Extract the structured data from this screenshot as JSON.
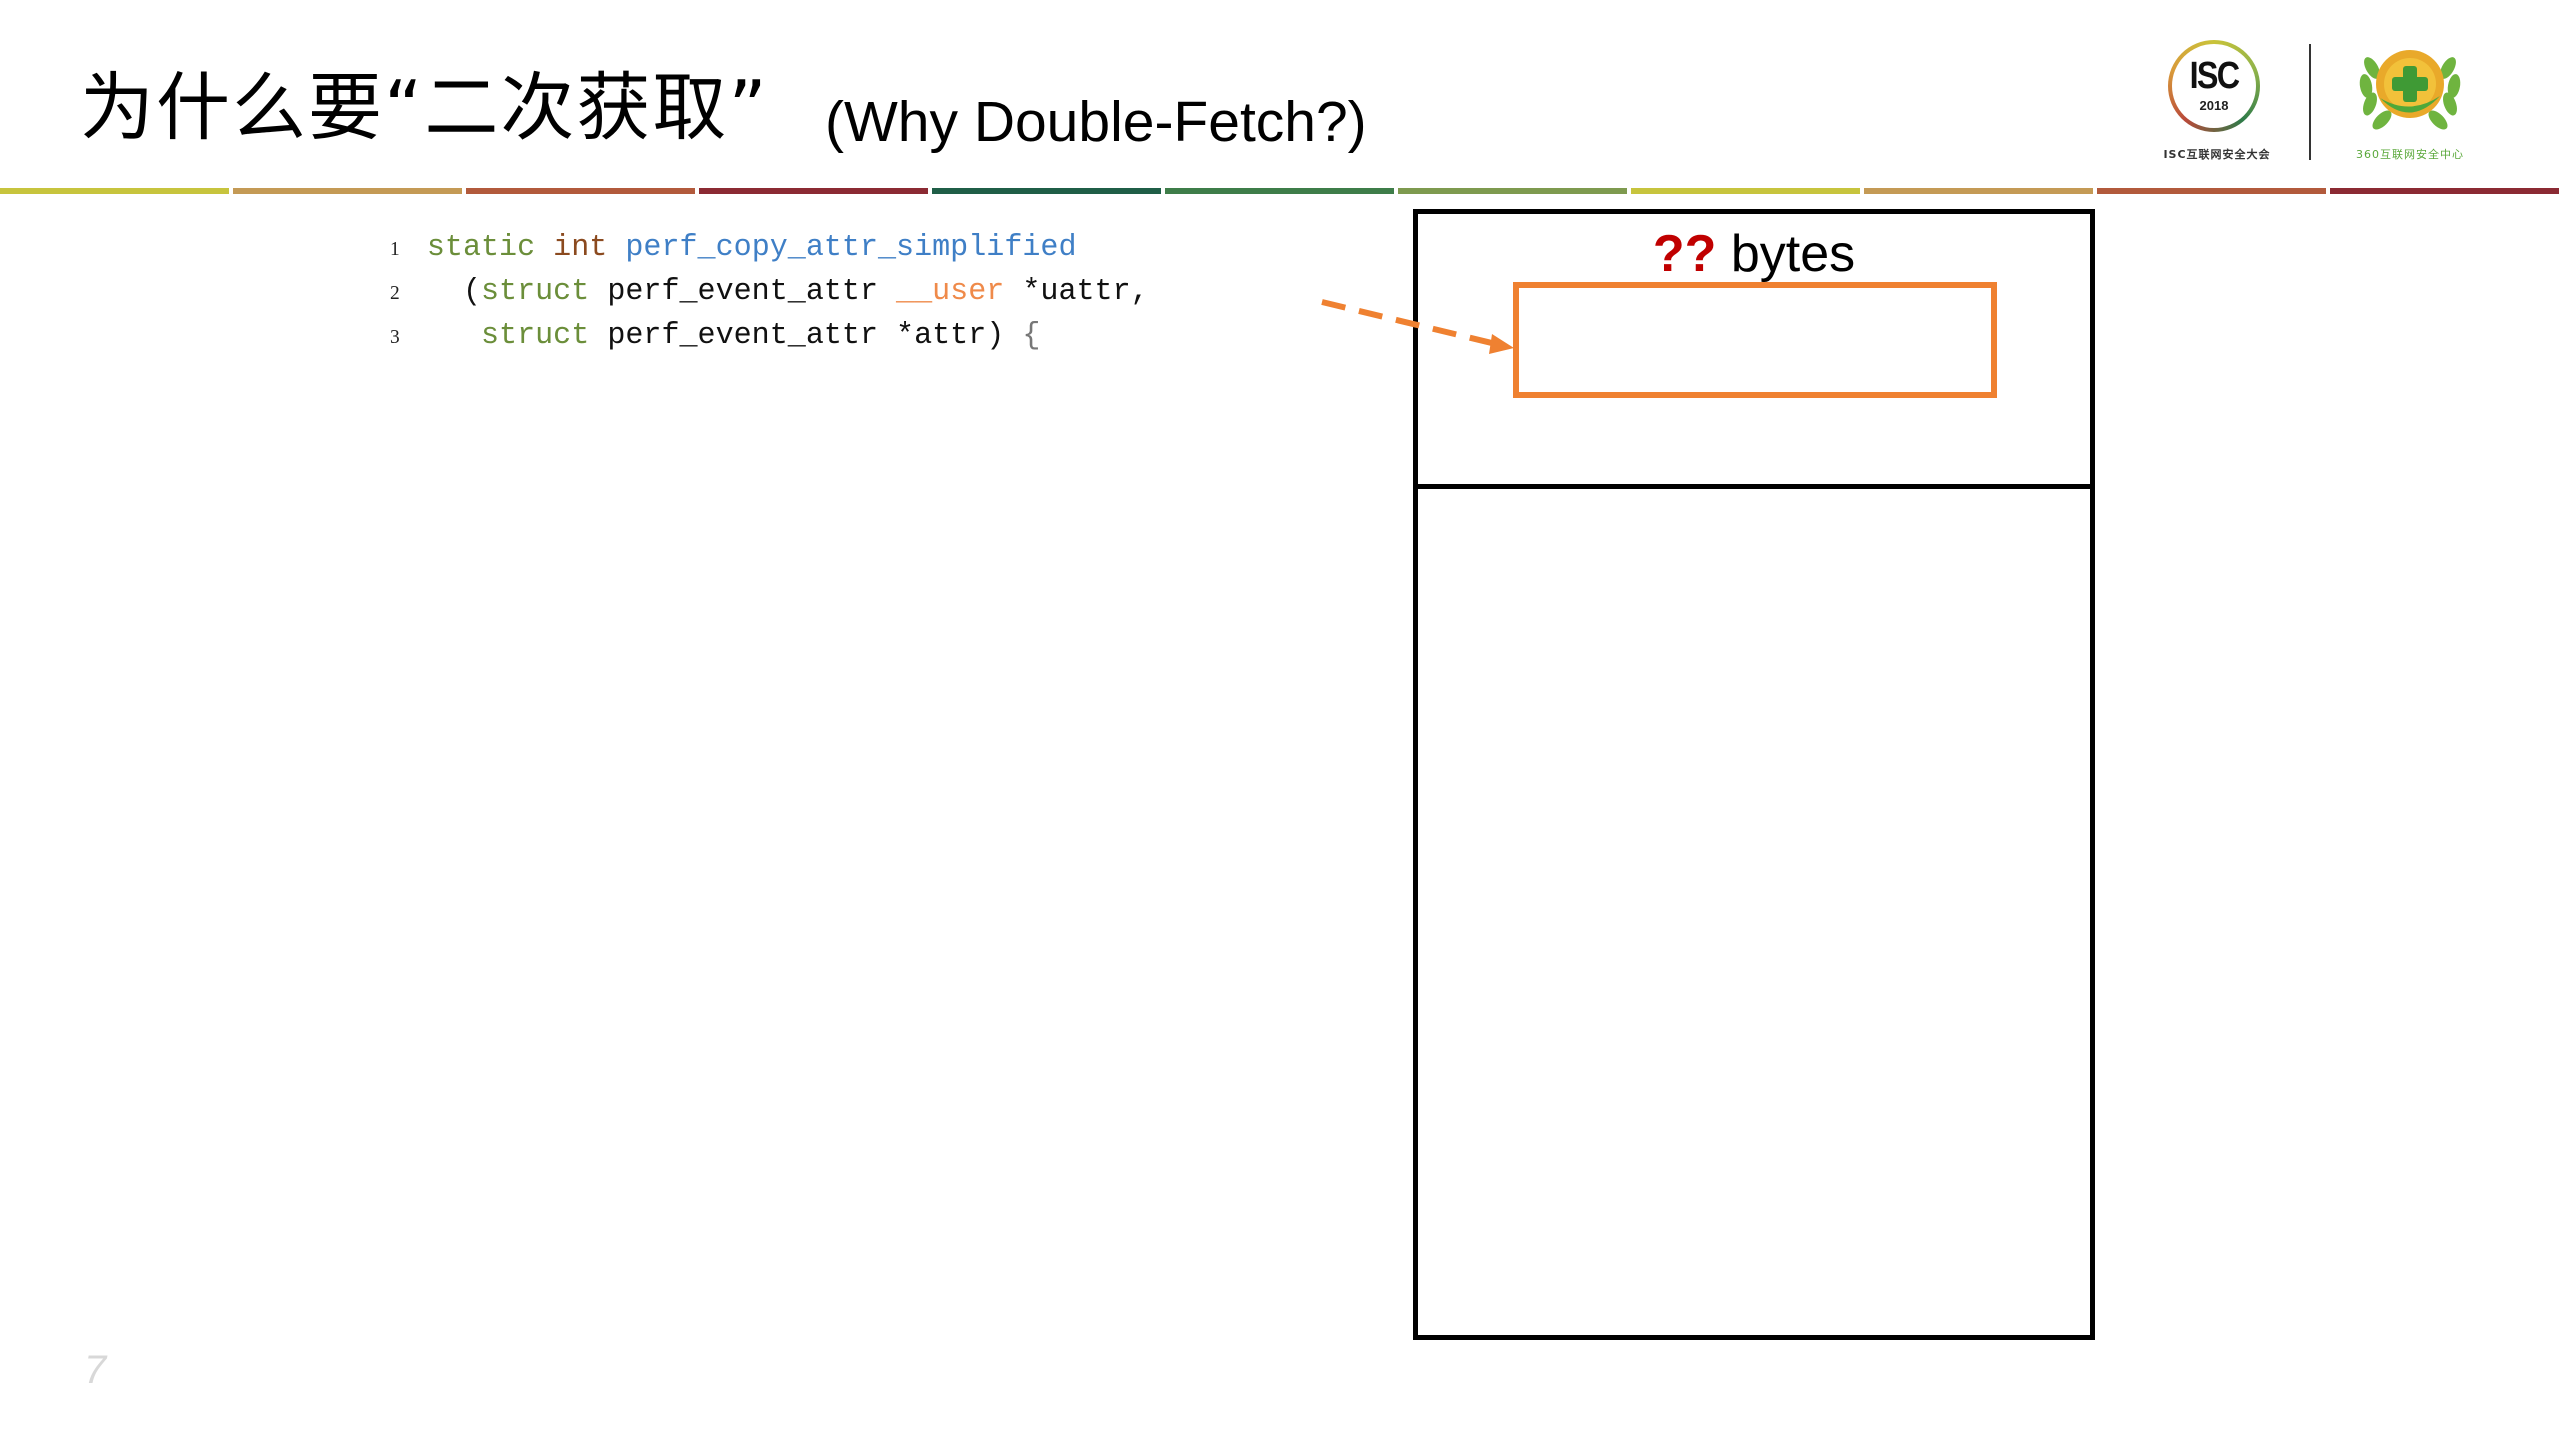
{
  "slide": {
    "title_cn": "为什么要“二次获取”",
    "title_en": "(Why Double-Fetch?)",
    "page_number": "7"
  },
  "logos": {
    "isc": {
      "main": "ISC",
      "year": "2018",
      "subtitle": "ISC互联网安全大会"
    },
    "org360": {
      "subtitle": "360互联网安全中心"
    }
  },
  "stripe_colors": [
    "#c7c43d",
    "#c49a55",
    "#b25a3c",
    "#8b2a33",
    "#1f5e47",
    "#3e7d49",
    "#7e9a4f",
    "#c7c43d",
    "#c49a55",
    "#b25a3c",
    "#8b2a33"
  ],
  "code": {
    "lines": [
      {
        "num": "1",
        "tokens": [
          {
            "t": "static",
            "c": "kw"
          },
          {
            "t": " ",
            "c": "plain"
          },
          {
            "t": "int",
            "c": "type"
          },
          {
            "t": " ",
            "c": "plain"
          },
          {
            "t": "perf_copy_attr_simplified",
            "c": "fn"
          }
        ]
      },
      {
        "num": "2",
        "tokens": [
          {
            "t": "  (",
            "c": "plain"
          },
          {
            "t": "struct",
            "c": "kw"
          },
          {
            "t": " perf_event_attr ",
            "c": "plain"
          },
          {
            "t": "__user",
            "c": "user"
          },
          {
            "t": " *uattr,",
            "c": "plain"
          }
        ]
      },
      {
        "num": "3",
        "tokens": [
          {
            "t": "   ",
            "c": "plain"
          },
          {
            "t": "struct",
            "c": "kw"
          },
          {
            "t": " perf_event_attr *attr) ",
            "c": "plain"
          },
          {
            "t": "{",
            "c": "brace"
          }
        ]
      }
    ]
  },
  "diagram": {
    "label_question": "??",
    "label_unit": " bytes",
    "colors": {
      "box_border": "#000000",
      "highlight": "#ef8131",
      "question": "#c00000"
    }
  }
}
